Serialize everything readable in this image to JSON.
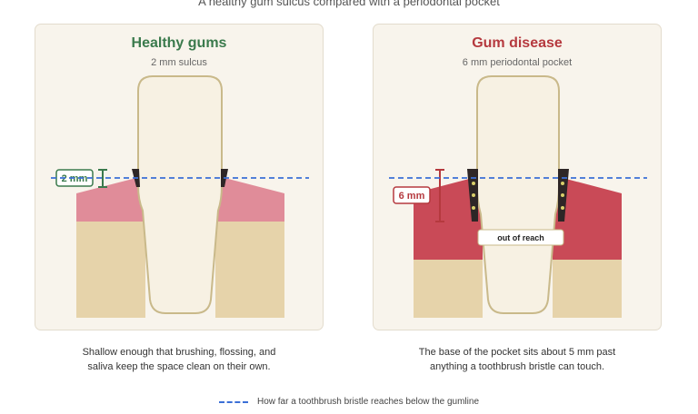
{
  "figure_title": "A healthy gum sulcus compared with a periodontal pocket",
  "panels": {
    "healthy": {
      "title": "Healthy gums",
      "subtitle": "2 mm sulcus",
      "depth_label": "2 mm",
      "caption_line1": "Shallow enough that brushing, flossing, and",
      "caption_line2": "saliva keep the space clean on their own."
    },
    "disease": {
      "title": "Gum disease",
      "subtitle": "6 mm periodontal pocket",
      "depth_label": "6 mm",
      "reach_label": "out of reach",
      "caption_line1": "The base of the pocket sits about 5 mm past",
      "caption_line2": "anything a toothbrush bristle can touch."
    }
  },
  "legend": {
    "label": "How far a toothbrush bristle reaches below the gumline"
  },
  "colors": {
    "healthy_gum": "#e08c99",
    "diseased_gum": "#c94a57",
    "bone": "#e6d3aa",
    "tooth": "#f7f1e3",
    "tooth_outline": "#c9b98a",
    "bristle_line": "#3b6fd6",
    "healthy_accent": "#3a7a4c",
    "disease_accent": "#b5393e"
  }
}
